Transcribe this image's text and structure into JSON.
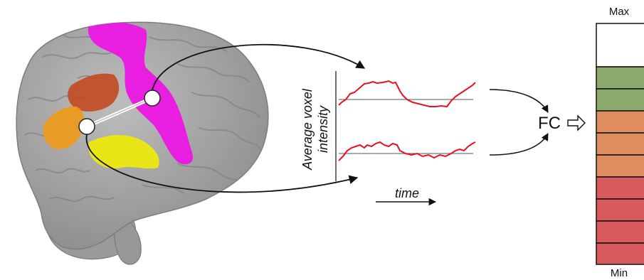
{
  "labels": {
    "yaxis": [
      "Average voxel",
      "intensity"
    ],
    "xaxis": "time",
    "fc": "FC",
    "max": "Max",
    "min": "Min"
  },
  "colors": {
    "brain": "#a3a3a3",
    "region_magenta": "#e81fe0",
    "region_yellow": "#e8e617",
    "region_orange": "#eb9b1e",
    "region_red": "#c14a20",
    "signal": "#e8101e",
    "scale_white": "#ffffff",
    "scale_green": "#8aaa6e",
    "scale_orange": "#df8c5f",
    "scale_red": "#d95a5e"
  },
  "color_scale": [
    "white",
    "green",
    "green",
    "orange",
    "orange",
    "orange",
    "red",
    "red",
    "red",
    "red"
  ]
}
